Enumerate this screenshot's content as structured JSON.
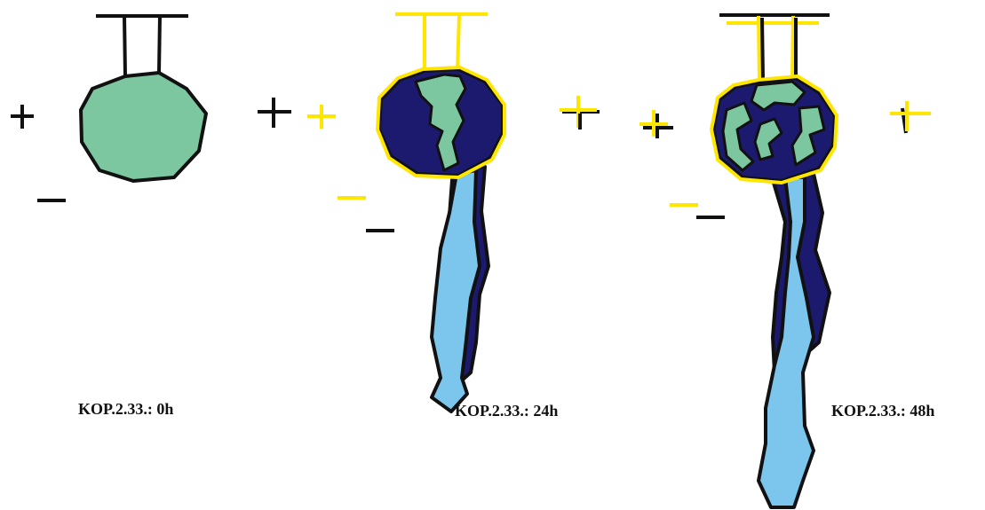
{
  "panels": [
    {
      "id": "p0",
      "caption": "KOP.2.33.: 0h"
    },
    {
      "id": "p24",
      "caption": "KOP.2.33.: 24h"
    },
    {
      "id": "p48",
      "caption": "KOP.2.33.: 48h"
    }
  ],
  "symbols": {
    "plus": "+",
    "minus": "−"
  },
  "colors": {
    "outline": "#111111",
    "highlight": "#FFE600",
    "original_material": "#7CC6A0",
    "dark_region": "#1C1A6E",
    "flow": "#7CC6EE",
    "background": "#FFFFFF"
  }
}
